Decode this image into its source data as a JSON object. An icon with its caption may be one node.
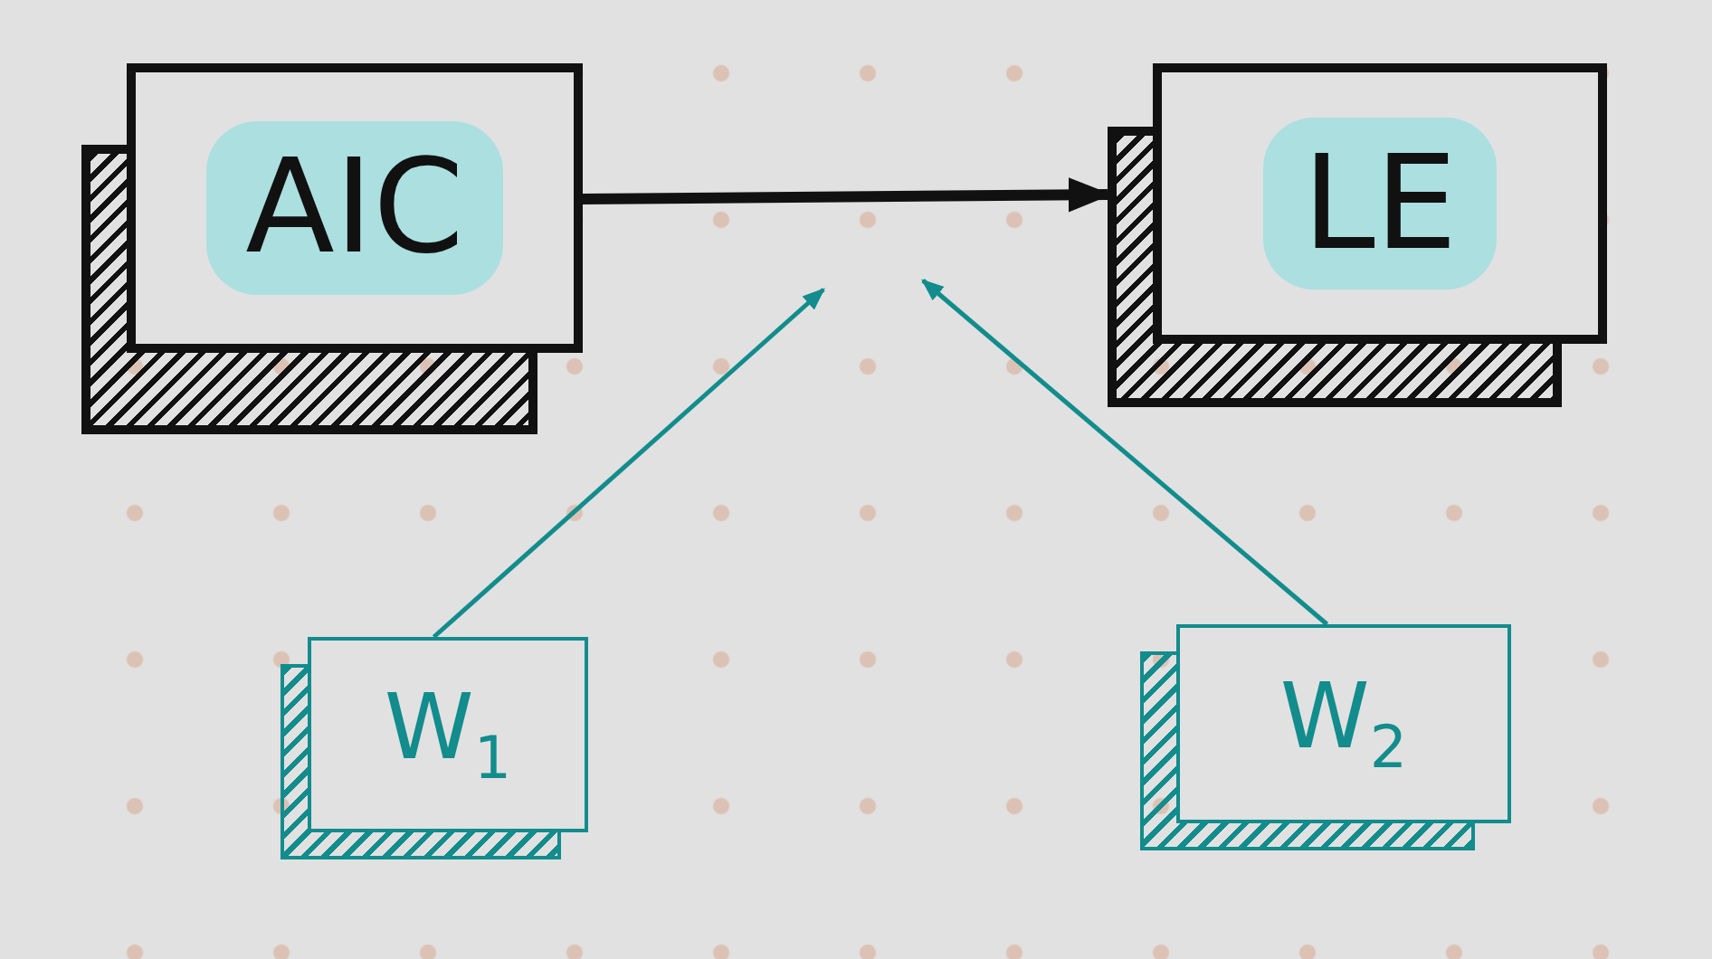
{
  "diagram": {
    "nodes": [
      {
        "text": [
          "AIC"
        ]
      },
      {
        "text": [
          "LE"
        ]
      },
      {
        "text": [
          "W$_{1}$"
        ]
      },
      {
        "text": [
          "W$_{2}$"
        ]
      }
    ],
    "edges": [
      {
        "from": 0,
        "to": 1,
        "arrow": "to",
        "style": "thick",
        "color": "#111111"
      },
      {
        "from": 2,
        "to": null,
        "arrow": "to"
      },
      {
        "from": 3,
        "to": null,
        "arrow": "to"
      }
    ]
  }
}
